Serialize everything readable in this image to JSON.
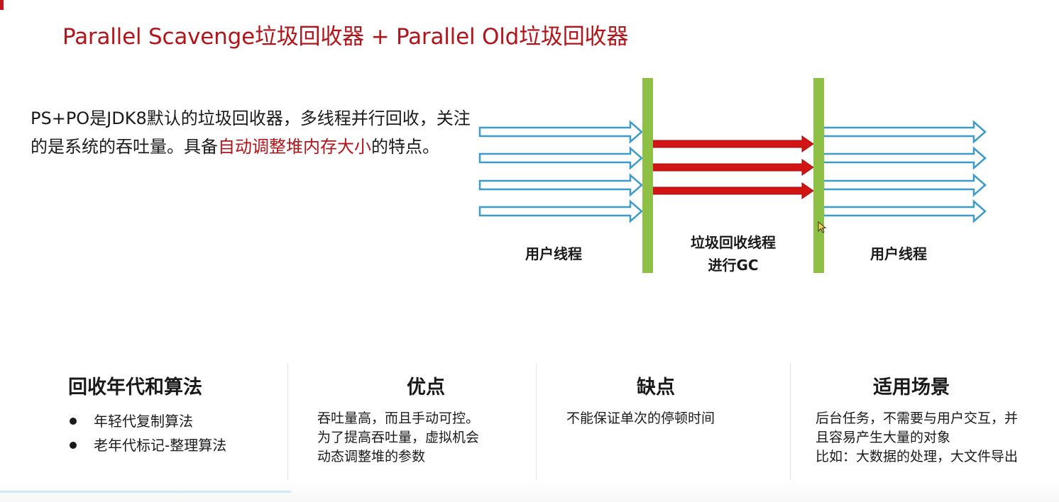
{
  "slide": {
    "title": "Parallel Scavenge垃圾回收器 + Parallel Old垃圾回收器",
    "description": {
      "part1": "PS+PO是JDK8默认的垃圾回收器，多线程并行回收，关注的是系统的吞吐量。具备",
      "highlight": "自动调整堆内存大小",
      "part2": "的特点。"
    }
  },
  "diagram": {
    "label_left": "用户线程",
    "label_mid_line1": "垃圾回收线程",
    "label_mid_line2": "进行GC",
    "label_right": "用户线程",
    "colors": {
      "user_thread_arrow": "#3c9bc8",
      "gc_thread_arrow": "#d11414",
      "barrier": "#8dc044"
    }
  },
  "columns": [
    {
      "heading": "回收年代和算法",
      "bullets": [
        "年轻代复制算法",
        "老年代标记-整理算法"
      ]
    },
    {
      "heading": "优点",
      "lines": [
        "吞吐量高，而且手动可控。",
        "为了提高吞吐量，虚拟机会",
        "动态调整堆的参数"
      ]
    },
    {
      "heading": "缺点",
      "lines": [
        "不能保证单次的停顿时间"
      ]
    },
    {
      "heading": "适用场景",
      "lines": [
        "后台任务，不需要与用户交互，并",
        "且容易产生大量的对象",
        "比如：大数据的处理，大文件导出"
      ]
    }
  ],
  "theme": {
    "accent_red": "#b3141a"
  }
}
